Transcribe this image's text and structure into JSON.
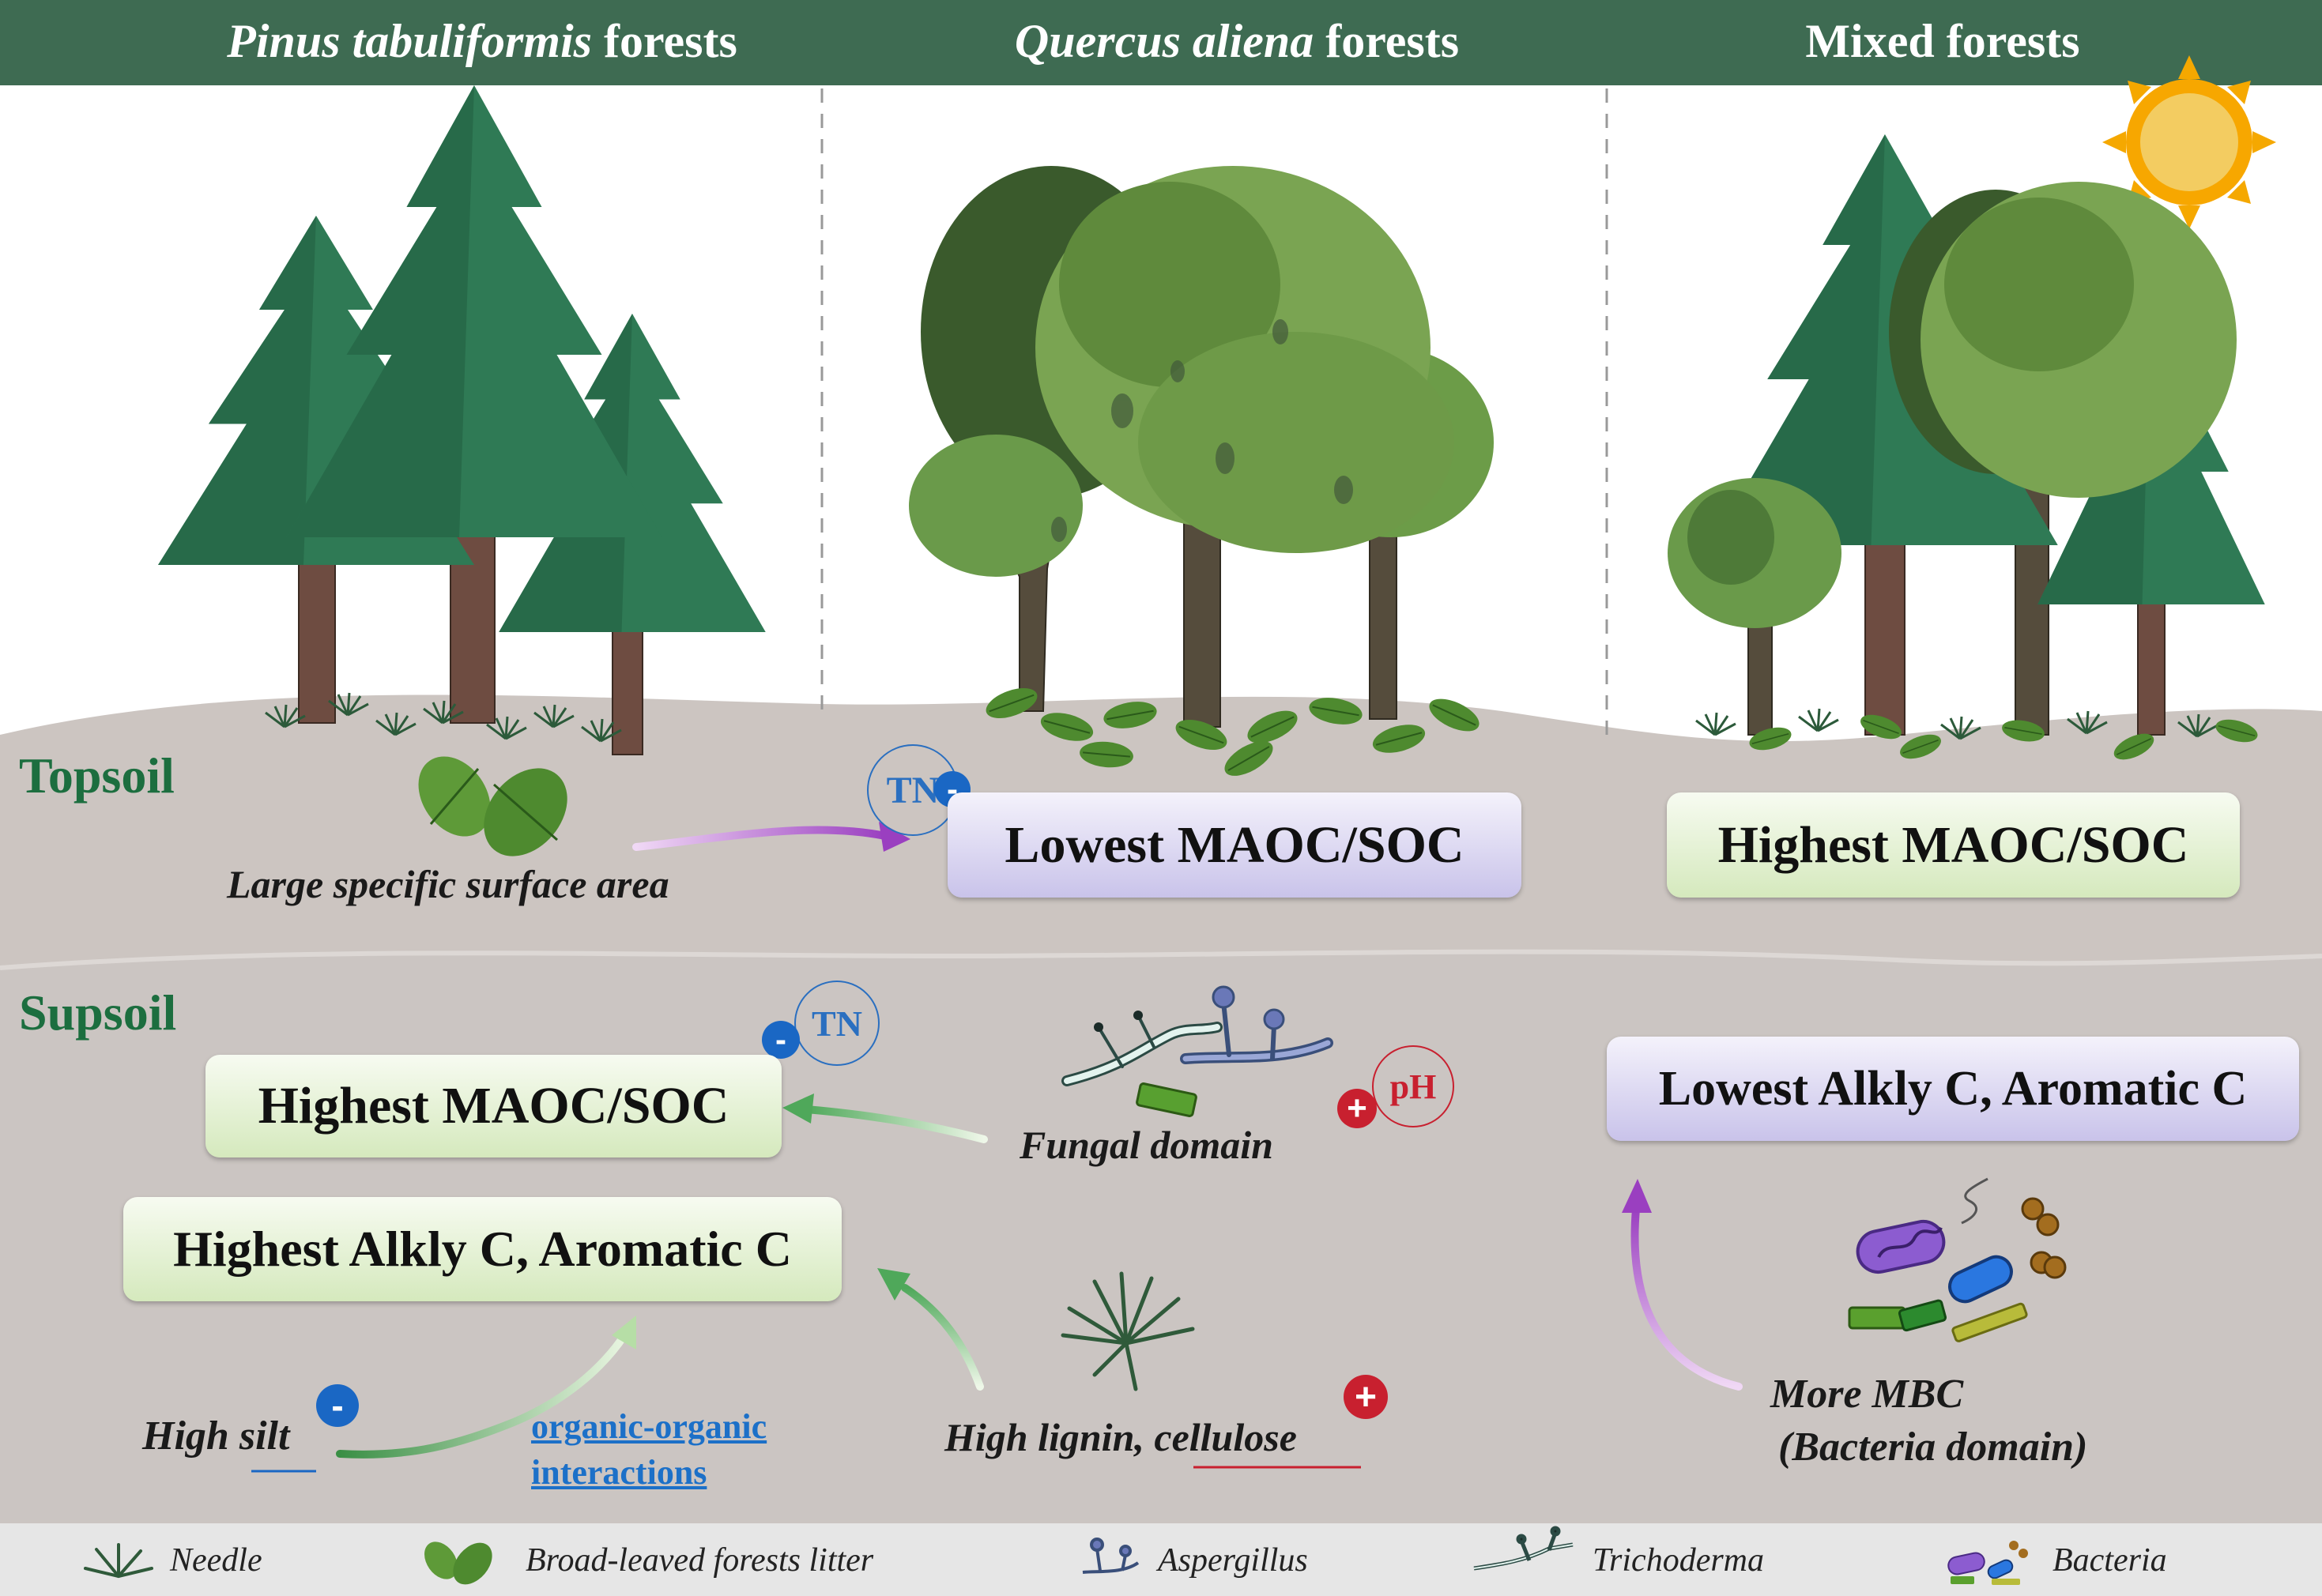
{
  "headers": {
    "col1_species": "Pinus tabuliformis",
    "col1_suffix": " forests",
    "col2_species": "Quercus aliena",
    "col2_suffix": " forests",
    "col3": "Mixed forests"
  },
  "layers": {
    "topsoil": "Topsoil",
    "subsoil": "Supsoil"
  },
  "topsoil": {
    "leaf_caption": "Large specific surface area",
    "tn_label": "TN",
    "tn_sign": "-",
    "oak_box": "Lowest MAOC/SOC",
    "mixed_box": "Highest MAOC/SOC"
  },
  "subsoil": {
    "tn_label": "TN",
    "tn_sign": "-",
    "pine_maoc_box": "Highest MAOC/SOC",
    "pine_alkyl_box": "Highest Alkly C, Aromatic C",
    "fungal_caption": "Fungal domain",
    "ph_label": "pH",
    "ph_sign": "+",
    "silt_prefix": "High ",
    "silt_word": "silt",
    "silt_sign": "-",
    "interaction_line1": "organic-organic",
    "interaction_line2": "interactions",
    "lignin_prefix": "High lignin, ",
    "lignin_word": "cellulose",
    "lignin_sign": "+",
    "mixed_box": "Lowest Alkly C, Aromatic C",
    "mbc_line1": "More MBC",
    "mbc_line2": "(Bacteria domain)"
  },
  "legend": {
    "needle": "Needle",
    "broadleaf": "Broad-leaved forests litter",
    "aspergillus": "Aspergillus",
    "trichoderma": "Trichoderma",
    "bacteria": "Bacteria"
  },
  "colors": {
    "header": "#3e6b52",
    "topsoil": "#ccc5c1",
    "subsoil": "#cbc5c2",
    "layer_text": "#1c6e3f",
    "minus": "#1a67c4",
    "plus": "#c8202f",
    "purple_arrow": "#9a4fc4",
    "green_arrow": "#6ab56a",
    "sun": "#f5a800"
  }
}
